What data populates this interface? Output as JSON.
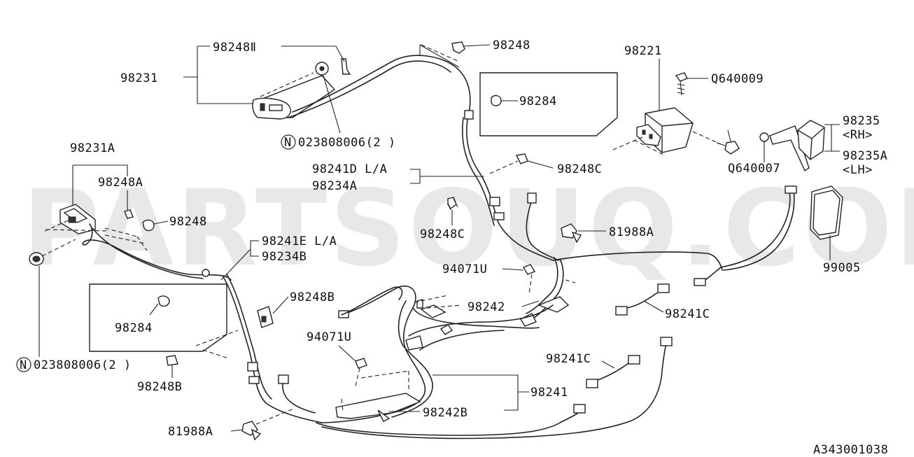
{
  "watermark": "PARTSOUQ.COM",
  "diagram_code": "A343001038",
  "labels": {
    "p98231": "98231",
    "p98248_top_left": "98248Ⅱ",
    "p98248_top": "98248",
    "n023808006_top": "023808006(2 )",
    "n023808006_bottom": "023808006(2 )",
    "p98231A": "98231A",
    "p98248A": "98248A",
    "p98248_left": "98248",
    "p98284_top": "98284",
    "p98284_left": "98284",
    "p98241D": "98241D L/A",
    "p98234A": "98234A",
    "p98248C_right": "98248C",
    "p98248C_mid": "98248C",
    "p98241E": "98241E L/A",
    "p98234B": "98234B",
    "p98221": "98221",
    "pQ640009": "Q640009",
    "pQ640007": "Q640007",
    "p98235": "98235",
    "pRH": "<RH>",
    "p98235A": "98235A",
    "pLH": "<LH>",
    "p81988A_right": "81988A",
    "p81988A_bottom": "81988A",
    "p94071U_right": "94071U",
    "p94071U_mid": "94071U",
    "p98242": "98242",
    "p98242B": "98242B",
    "p98241": "98241",
    "p98241C_right": "98241C",
    "p98241C_lower": "98241C",
    "p98248B_mid": "98248B",
    "p98248B_bottom": "98248B",
    "p99005": "99005",
    "n_symbol": "N"
  }
}
